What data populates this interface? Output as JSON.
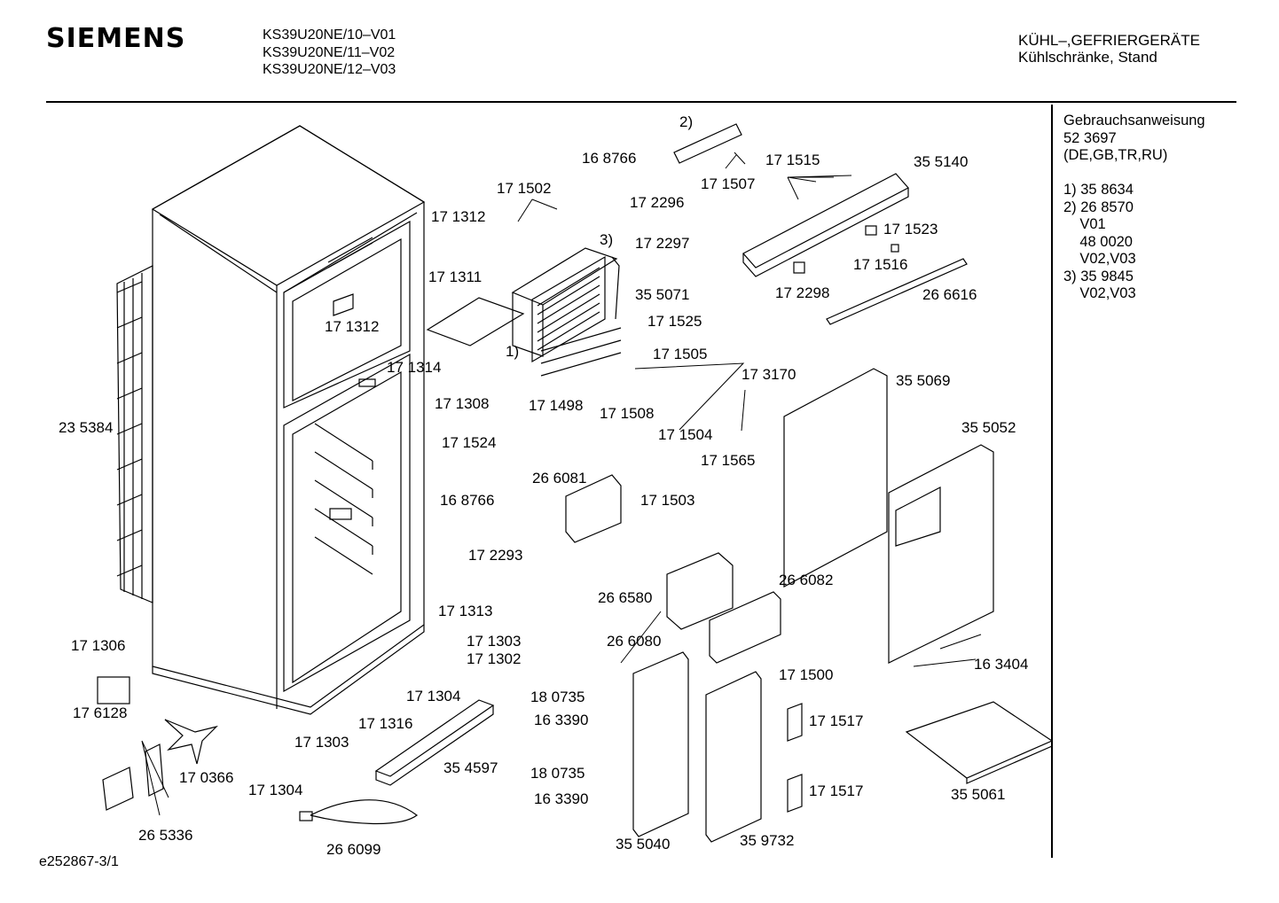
{
  "header": {
    "brand": "SIEMENS",
    "models": [
      "KS39U20NE/10–V01",
      "KS39U20NE/11–V02",
      "KS39U20NE/12–V03"
    ],
    "category_line1": "KÜHL–,GEFRIERGERÄTE",
    "category_line2": "Kühlschränke, Stand"
  },
  "notes": [
    "Gebrauchsanweisung",
    "52 3697",
    "(DE,GB,TR,RU)",
    "",
    "1) 35 8634",
    "2) 26 8570",
    "    V01",
    "    48 0020",
    "    V02,V03",
    "3) 35 9845",
    "    V02,V03"
  ],
  "footer": {
    "doc_id": "e252867-3/1"
  },
  "parts": {
    "p_2": "2)",
    "p_168766_a": "16 8766",
    "p_171515": "17 1515",
    "p_355140": "35 5140",
    "p_171502": "17 1502",
    "p_171507": "17 1507",
    "p_172296": "17 2296",
    "p_171312_a": "17 1312",
    "p_3": "3)",
    "p_172297": "17 2297",
    "p_171523": "17 1523",
    "p_171311": "17 1311",
    "p_171516": "17 1516",
    "p_355071": "35 5071",
    "p_172298": "17 2298",
    "p_266616": "26 6616",
    "p_171312_b": "17 1312",
    "p_171525": "17 1525",
    "p_1": "1)",
    "p_171505": "17 1505",
    "p_171314": "17 1314",
    "p_173170": "17 3170",
    "p_355069": "35 5069",
    "p_171308": "17 1308",
    "p_171498": "17 1498",
    "p_171508": "17 1508",
    "p_235384": "23 5384",
    "p_171504": "17 1504",
    "p_355052": "35 5052",
    "p_171524": "17 1524",
    "p_171565": "17 1565",
    "p_266081": "26 6081",
    "p_168766_b": "16 8766",
    "p_171503": "17 1503",
    "p_172293": "17 2293",
    "p_266082": "26 6082",
    "p_266580": "26 6580",
    "p_171313": "17 1313",
    "p_171303_a": "17 1303",
    "p_171306": "17 1306",
    "p_266080": "26 6080",
    "p_171302": "17 1302",
    "p_163404": "16 3404",
    "p_171500": "17 1500",
    "p_171304_a": "17 1304",
    "p_180735_a": "18 0735",
    "p_176128": "17 6128",
    "p_163390_a": "16 3390",
    "p_171316": "17 1316",
    "p_171517_a": "17 1517",
    "p_171303_b": "17 1303",
    "p_354597": "35 4597",
    "p_170366": "17 0366",
    "p_180735_b": "18 0735",
    "p_171304_b": "17 1304",
    "p_163390_b": "16 3390",
    "p_171517_b": "17 1517",
    "p_355061": "35 5061",
    "p_265336": "26 5336",
    "p_355040": "35 5040",
    "p_359732": "35 9732",
    "p_266099": "26 6099"
  }
}
